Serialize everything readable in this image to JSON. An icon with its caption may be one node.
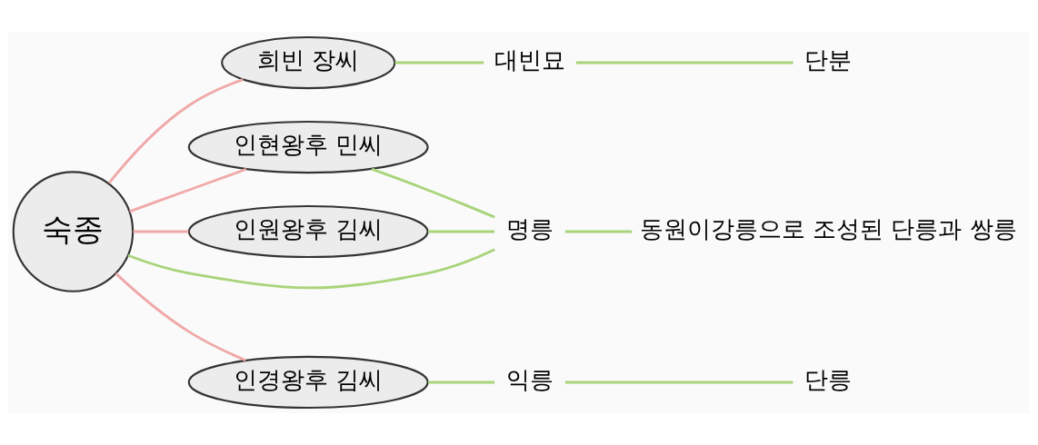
{
  "diagram": {
    "nodes": [
      {
        "text": [
          "숙종"
        ]
      },
      {
        "text": [
          "희빈 장씨"
        ]
      },
      {
        "text": [
          "인현왕후 민씨"
        ]
      },
      {
        "text": [
          "인경왕후 김씨"
        ]
      },
      {
        "text": [
          "인원왕후 김씨"
        ]
      },
      {
        "text": [
          "대빈묘"
        ]
      },
      {
        "text": [
          "단분"
        ]
      },
      {
        "text": [
          "명릉"
        ]
      },
      {
        "text": [
          "동원이강릉으로 조성된 단릉과 쌍릉"
        ]
      },
      {
        "text": [
          "익릉"
        ]
      },
      {
        "text": [
          "단릉"
        ]
      }
    ],
    "edges": [
      {
        "from": 0,
        "to": 1,
        "arrow": "none",
        "color": "#f0a8a8"
      },
      {
        "from": 0,
        "to": 2,
        "arrow": "none",
        "color": "#f0a8a8"
      },
      {
        "from": 0,
        "to": 3,
        "arrow": "none",
        "color": "#f0a8a8"
      },
      {
        "from": 0,
        "to": 4,
        "arrow": "none",
        "color": "#f0a8a8"
      },
      {
        "from": 0,
        "to": 7,
        "arrow": "none"
      },
      {
        "from": 2,
        "to": 7,
        "arrow": "none"
      },
      {
        "from": 4,
        "to": 7,
        "arrow": "none"
      },
      {
        "from": 7,
        "to": 8,
        "arrow": "none"
      },
      {
        "from": 1,
        "to": 5,
        "arrow": "none"
      },
      {
        "from": 5,
        "to": 6,
        "arrow": "none"
      },
      {
        "from": 3,
        "to": 9,
        "arrow": "none"
      },
      {
        "from": 9,
        "to": 10,
        "arrow": "none"
      }
    ]
  }
}
